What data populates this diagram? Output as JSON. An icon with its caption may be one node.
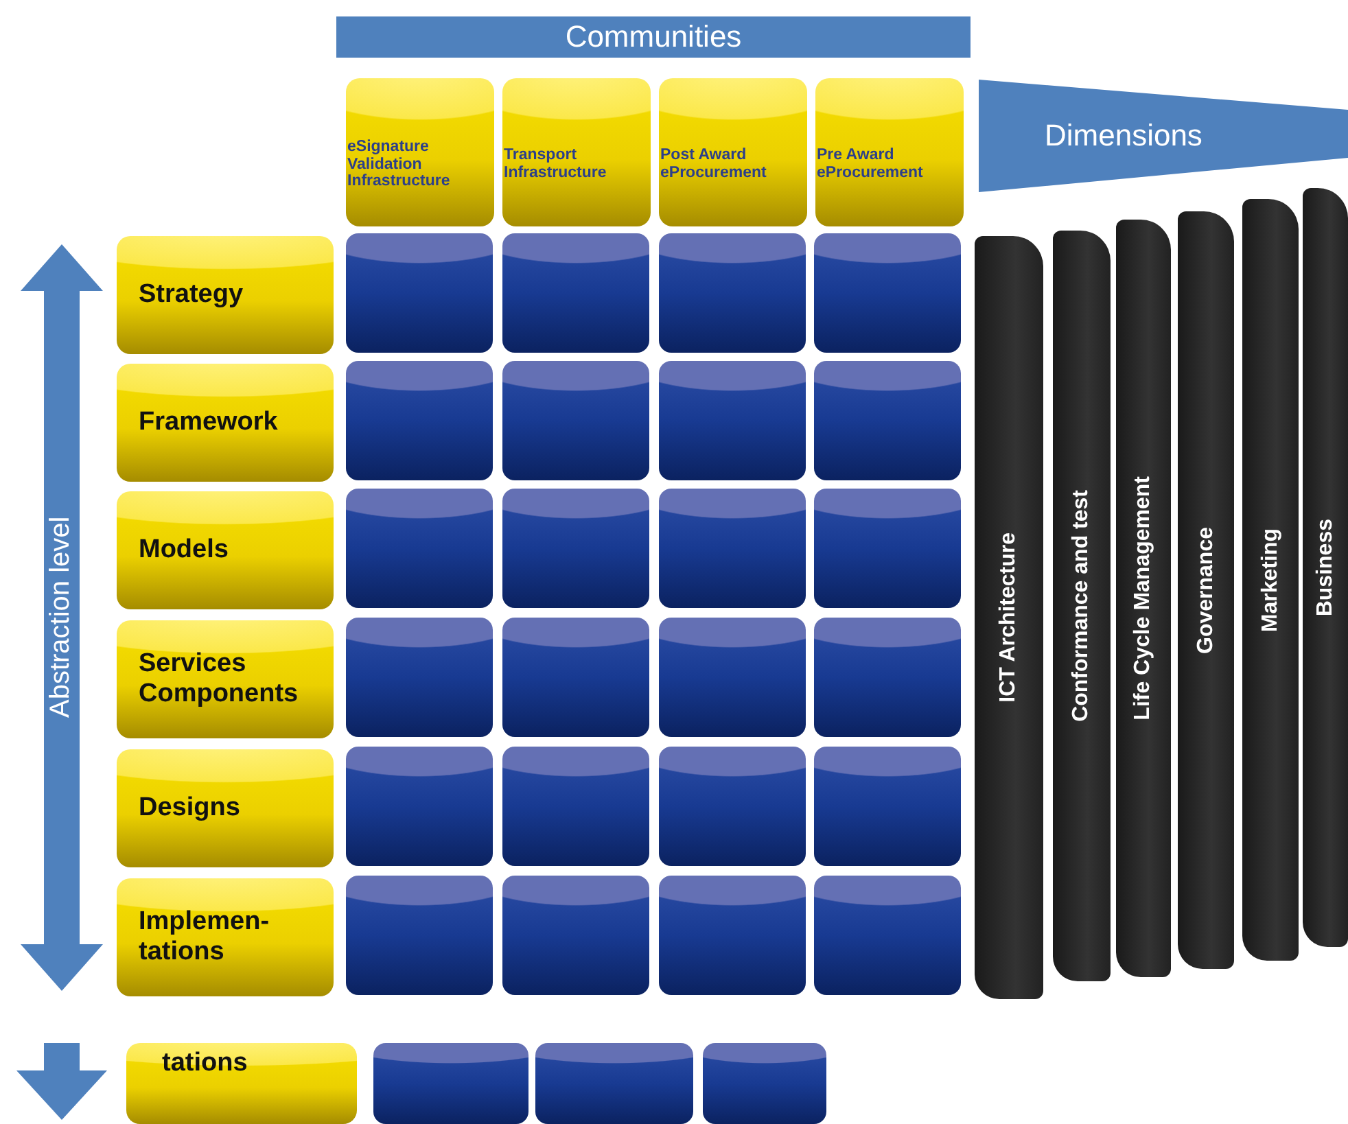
{
  "diagram": {
    "nodes": [
      {
        "text": [
          "Communities"
        ]
      },
      {
        "text": [
          "eSignature Validation Infrastructure"
        ]
      },
      {
        "text": [
          "Transport Infrastructure"
        ]
      },
      {
        "text": [
          "Post Award eProcurement"
        ]
      },
      {
        "text": [
          "Pre Award eProcurement"
        ]
      },
      {
        "text": [
          "Dimensions"
        ]
      },
      {
        "text": [
          "Strategy"
        ]
      },
      {
        "text": [
          "Framework"
        ]
      },
      {
        "text": [
          "Models"
        ]
      },
      {
        "text": [
          "Services Components"
        ]
      },
      {
        "text": [
          "Designs"
        ]
      },
      {
        "text": [
          "Implemen- tations"
        ]
      },
      {
        "text": [],
        "shape": "box"
      },
      {
        "text": [],
        "shape": "box"
      },
      {
        "text": [],
        "shape": "box"
      },
      {
        "text": [],
        "shape": "box"
      },
      {
        "text": [],
        "shape": "box"
      },
      {
        "text": [],
        "shape": "box"
      },
      {
        "text": [],
        "shape": "box"
      },
      {
        "text": [],
        "shape": "box"
      },
      {
        "text": [],
        "shape": "box"
      },
      {
        "text": [],
        "shape": "box"
      },
      {
        "text": [],
        "shape": "box"
      },
      {
        "text": [],
        "shape": "box"
      },
      {
        "text": [],
        "shape": "box"
      },
      {
        "text": [],
        "shape": "box"
      },
      {
        "text": [],
        "shape": "box"
      },
      {
        "text": [],
        "shape": "box"
      },
      {
        "text": [],
        "shape": "box"
      },
      {
        "text": [],
        "shape": "box"
      },
      {
        "text": [],
        "shape": "box"
      },
      {
        "text": [],
        "shape": "box"
      },
      {
        "text": [],
        "shape": "box"
      },
      {
        "text": [],
        "shape": "box"
      },
      {
        "text": [],
        "shape": "box"
      },
      {
        "text": [],
        "shape": "box"
      },
      {
        "text": [
          "ICT Architecture"
        ]
      },
      {
        "text": [
          "Conformance and test"
        ]
      },
      {
        "text": [
          "Life Cycle Management"
        ]
      },
      {
        "text": [
          "Governance"
        ]
      },
      {
        "text": [
          "Marketing"
        ]
      },
      {
        "text": [
          "Business"
        ]
      },
      {
        "text": [
          "tations"
        ]
      },
      {
        "text": [],
        "shape": "box"
      },
      {
        "text": [],
        "shape": "box"
      },
      {
        "text": [],
        "shape": "box"
      }
    ],
    "edges": [],
    "labels": [
      "Abstraction level"
    ]
  }
}
